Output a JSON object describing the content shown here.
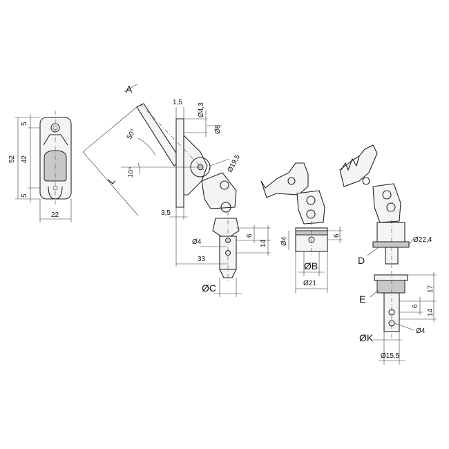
{
  "front_view": {
    "height_total": "52",
    "height_inner": "42",
    "top_offset": "5",
    "bottom_offset": "5",
    "width": "22"
  },
  "side_view": {
    "label_A": "A",
    "label_L": "L",
    "angle_upper": "50°",
    "angle_lower": "10°",
    "flange_thickness": "1,5",
    "hole_small": "Ø4,3",
    "hole_large": "Ø8",
    "pivot_dia": "Ø19,5",
    "base_offset": "3,5",
    "pin_hole": "Ø4",
    "hole_spacing": "6",
    "hole_depth": "14",
    "reach": "33",
    "label_C": "ØC"
  },
  "variant_b": {
    "hole": "Ø4",
    "hole_spacing": "6",
    "label_B": "ØB",
    "outer_dia": "Ø21"
  },
  "variant_de": {
    "collar_dia": "Ø22,4",
    "label_D": "D",
    "label_E": "E",
    "height": "17",
    "hole_spacing": "6",
    "hole_depth": "14",
    "pin_hole": "Ø4",
    "label_K": "ØK",
    "shaft_dia": "Ø15,5"
  }
}
